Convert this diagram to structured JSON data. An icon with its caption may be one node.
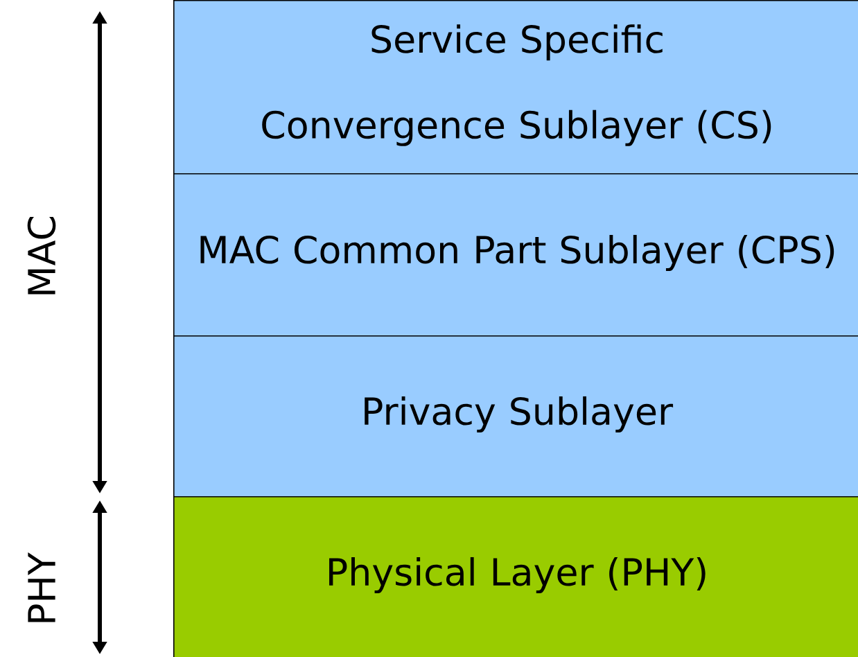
{
  "diagram": {
    "nodes": [
      {
        "text": [
          "Service Specific Convergence Sublayer (CS)"
        ]
      },
      {
        "text": [
          "MAC Common Part Sublayer (CPS)"
        ]
      },
      {
        "text": [
          "Privacy Sublayer"
        ]
      },
      {
        "text": [
          "Physical Layer (PHY)"
        ]
      }
    ],
    "labels": [
      "MAC",
      "PHY"
    ]
  }
}
